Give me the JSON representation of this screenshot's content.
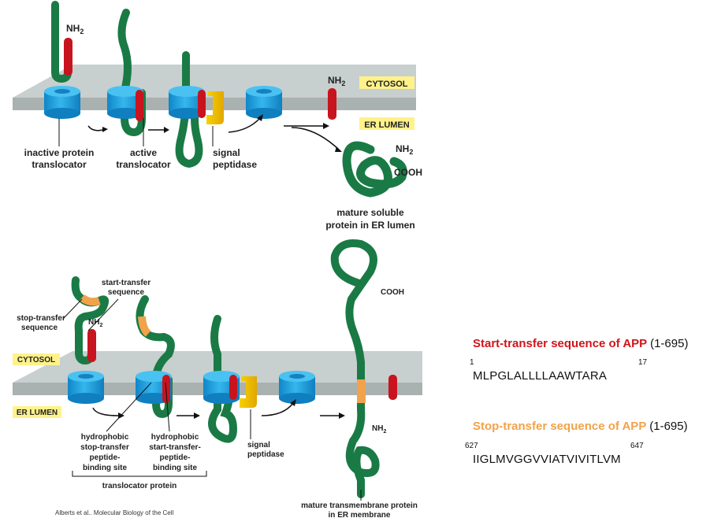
{
  "top_panel": {
    "cytosol_label": "CYTOSOL",
    "er_lumen_label": "ER LUMEN",
    "nh2_label": "NH",
    "nh2_sub": "2",
    "cooh_label": "COOH",
    "inactive_label_1": "inactive protein",
    "inactive_label_2": "translocator",
    "active_label_1": "active",
    "active_label_2": "translocator",
    "peptidase_label_1": "signal",
    "peptidase_label_2": "peptidase",
    "mature_label_1": "mature soluble",
    "mature_label_2": "protein in ER lumen"
  },
  "bottom_panel": {
    "cytosol_label": "CYTOSOL",
    "er_lumen_label": "ER LUMEN",
    "start_transfer_1": "start-transfer",
    "start_transfer_2": "sequence",
    "stop_transfer_1": "stop-transfer",
    "stop_transfer_2": "sequence",
    "nh2_label": "NH",
    "nh2_sub": "2",
    "cooh_label": "COOH",
    "hydrophobic_stop_1": "hydrophobic",
    "hydrophobic_stop_2": "stop-transfer",
    "hydrophobic_stop_3": "peptide-",
    "hydrophobic_stop_4": "binding site",
    "hydrophobic_start_1": "hydrophobic",
    "hydrophobic_start_2": "start-transfer-",
    "hydrophobic_start_3": "peptide-",
    "hydrophobic_start_4": "binding site",
    "translocator_protein": "translocator protein",
    "peptidase_label_1": "signal",
    "peptidase_label_2": "peptidase",
    "mature_tm_1": "mature transmembrane protein",
    "mature_tm_2": "in ER membrane"
  },
  "app_info": {
    "start_title": "Start-transfer sequence of APP",
    "start_range": "(1-695)",
    "start_pos_begin": "1",
    "start_pos_end": "17",
    "start_sequence": "MLPGLALLLLAAWTARA",
    "stop_title": "Stop-transfer sequence of APP",
    "stop_range": "(1-695)",
    "stop_pos_begin": "627",
    "stop_pos_end": "647",
    "stop_sequence": "IIGLMVGGVVIATVIVITLVM"
  },
  "credit": "Alberts et al.. Molecular Biology of the Cell",
  "colors": {
    "membrane": "#bfc6c6",
    "translocator": "#1aa3e0",
    "chain": "#1a7a45",
    "signal": "#c8141e",
    "peptidase": "#f2c400",
    "stop_transfer": "#f0a34a",
    "label_box": "#fff28a",
    "start_title": "#d0141c",
    "stop_title": "#f0a34a"
  }
}
